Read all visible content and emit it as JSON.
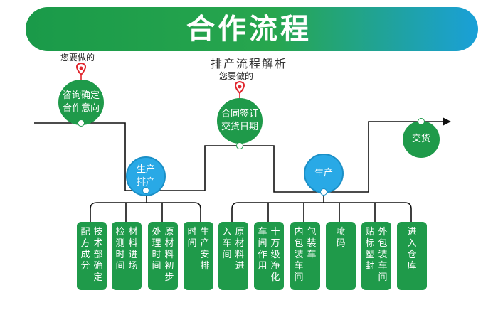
{
  "header": {
    "title": "合作流程",
    "subtitle": "排产流程解析"
  },
  "prompts": [
    "您要做的",
    "您要做的"
  ],
  "nodes": [
    {
      "lines": "咨询确定\n合作意向"
    },
    {
      "lines": "生产\n排产"
    },
    {
      "lines": "合同签订\n交货日期"
    },
    {
      "lines": "生产"
    },
    {
      "lines": "交货"
    }
  ],
  "boxes": [
    {
      "cols": [
        "技术部确定",
        "配方成分"
      ]
    },
    {
      "cols": [
        "材料进场",
        "检测时间"
      ]
    },
    {
      "cols": [
        "原材料初步",
        "处理时间"
      ]
    },
    {
      "cols": [
        "生产安排",
        "时间"
      ]
    },
    {
      "cols": [
        "原材料进",
        "入车间"
      ]
    },
    {
      "cols": [
        "十万级净化",
        "车间作用"
      ]
    },
    {
      "cols": [
        "包装车",
        "内包装车间"
      ]
    },
    {
      "cols": [
        "喷码"
      ]
    },
    {
      "cols": [
        "外包装车间",
        "贴标塑封"
      ]
    },
    {
      "cols": [
        "进入仓库"
      ]
    }
  ],
  "colors": {
    "green": "#1f9a4a",
    "blue": "#29a9e6",
    "banner_end": "#1aa0d8",
    "line": "#111111"
  },
  "icons": [
    "location-pin-icon",
    "location-pin-icon",
    "arrow-right-icon"
  ]
}
